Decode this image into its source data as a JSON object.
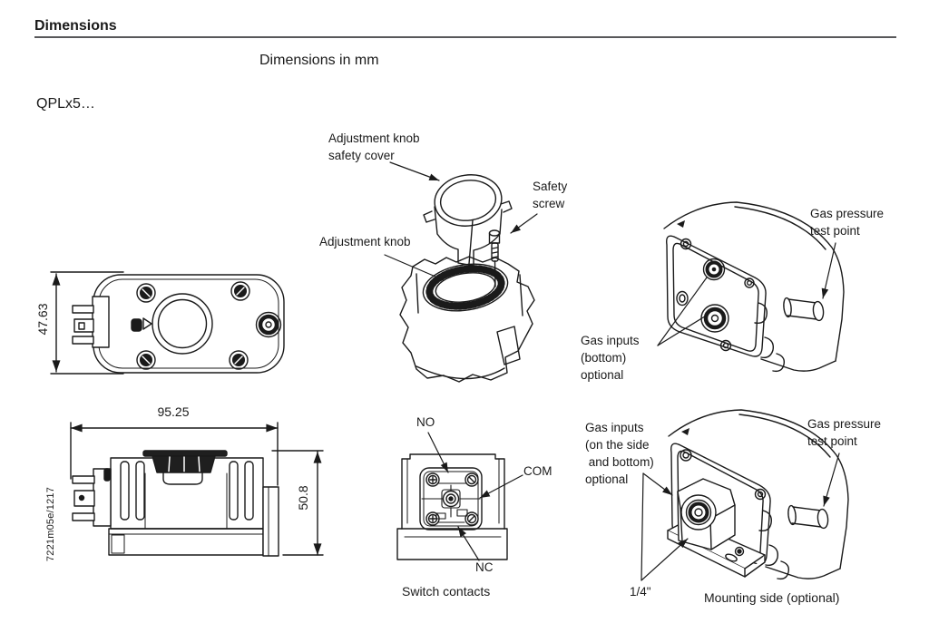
{
  "page": {
    "title": "Dimensions",
    "units_note": "Dimensions in mm",
    "model": "QPLx5…",
    "figure_ref": "7221m05e/1217"
  },
  "front_view": {
    "height_dim": "47.63"
  },
  "side_view": {
    "width_dim": "95.25",
    "height_dim": "50.8"
  },
  "exploded_view": {
    "cover_label": "Adjustment knob\nsafety cover",
    "screw_label": "Safety\nscrew",
    "knob_label": "Adjustment knob"
  },
  "bottom_view": {
    "test_point_label": "Gas pressure\ntest point",
    "gas_inputs_label": "Gas inputs\n(bottom)\noptional"
  },
  "contacts_view": {
    "no_label": "NO",
    "com_label": "COM",
    "nc_label": "NC",
    "caption": "Switch contacts"
  },
  "mounting_view": {
    "gas_inputs_label": "Gas inputs\n(on the side\n and bottom)\noptional",
    "test_point_label": "Gas pressure\ntest point",
    "size_label": "1/4\"",
    "caption": "Mounting side  (optional)"
  },
  "colors": {
    "line": "#1a1a1a",
    "rule": "#58585a"
  }
}
